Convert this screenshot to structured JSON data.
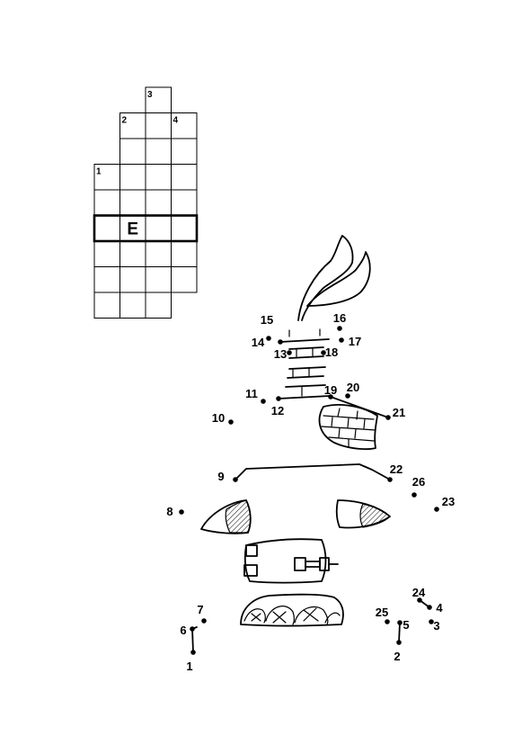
{
  "crossword": {
    "clue_numbers": [
      "1",
      "2",
      "3",
      "4"
    ],
    "given_letter": "E"
  },
  "dots": [
    "1",
    "2",
    "3",
    "4",
    "5",
    "6",
    "7",
    "8",
    "9",
    "10",
    "11",
    "12",
    "13",
    "14",
    "15",
    "16",
    "17",
    "18",
    "19",
    "20",
    "21",
    "22",
    "23",
    "24",
    "25",
    "26"
  ]
}
